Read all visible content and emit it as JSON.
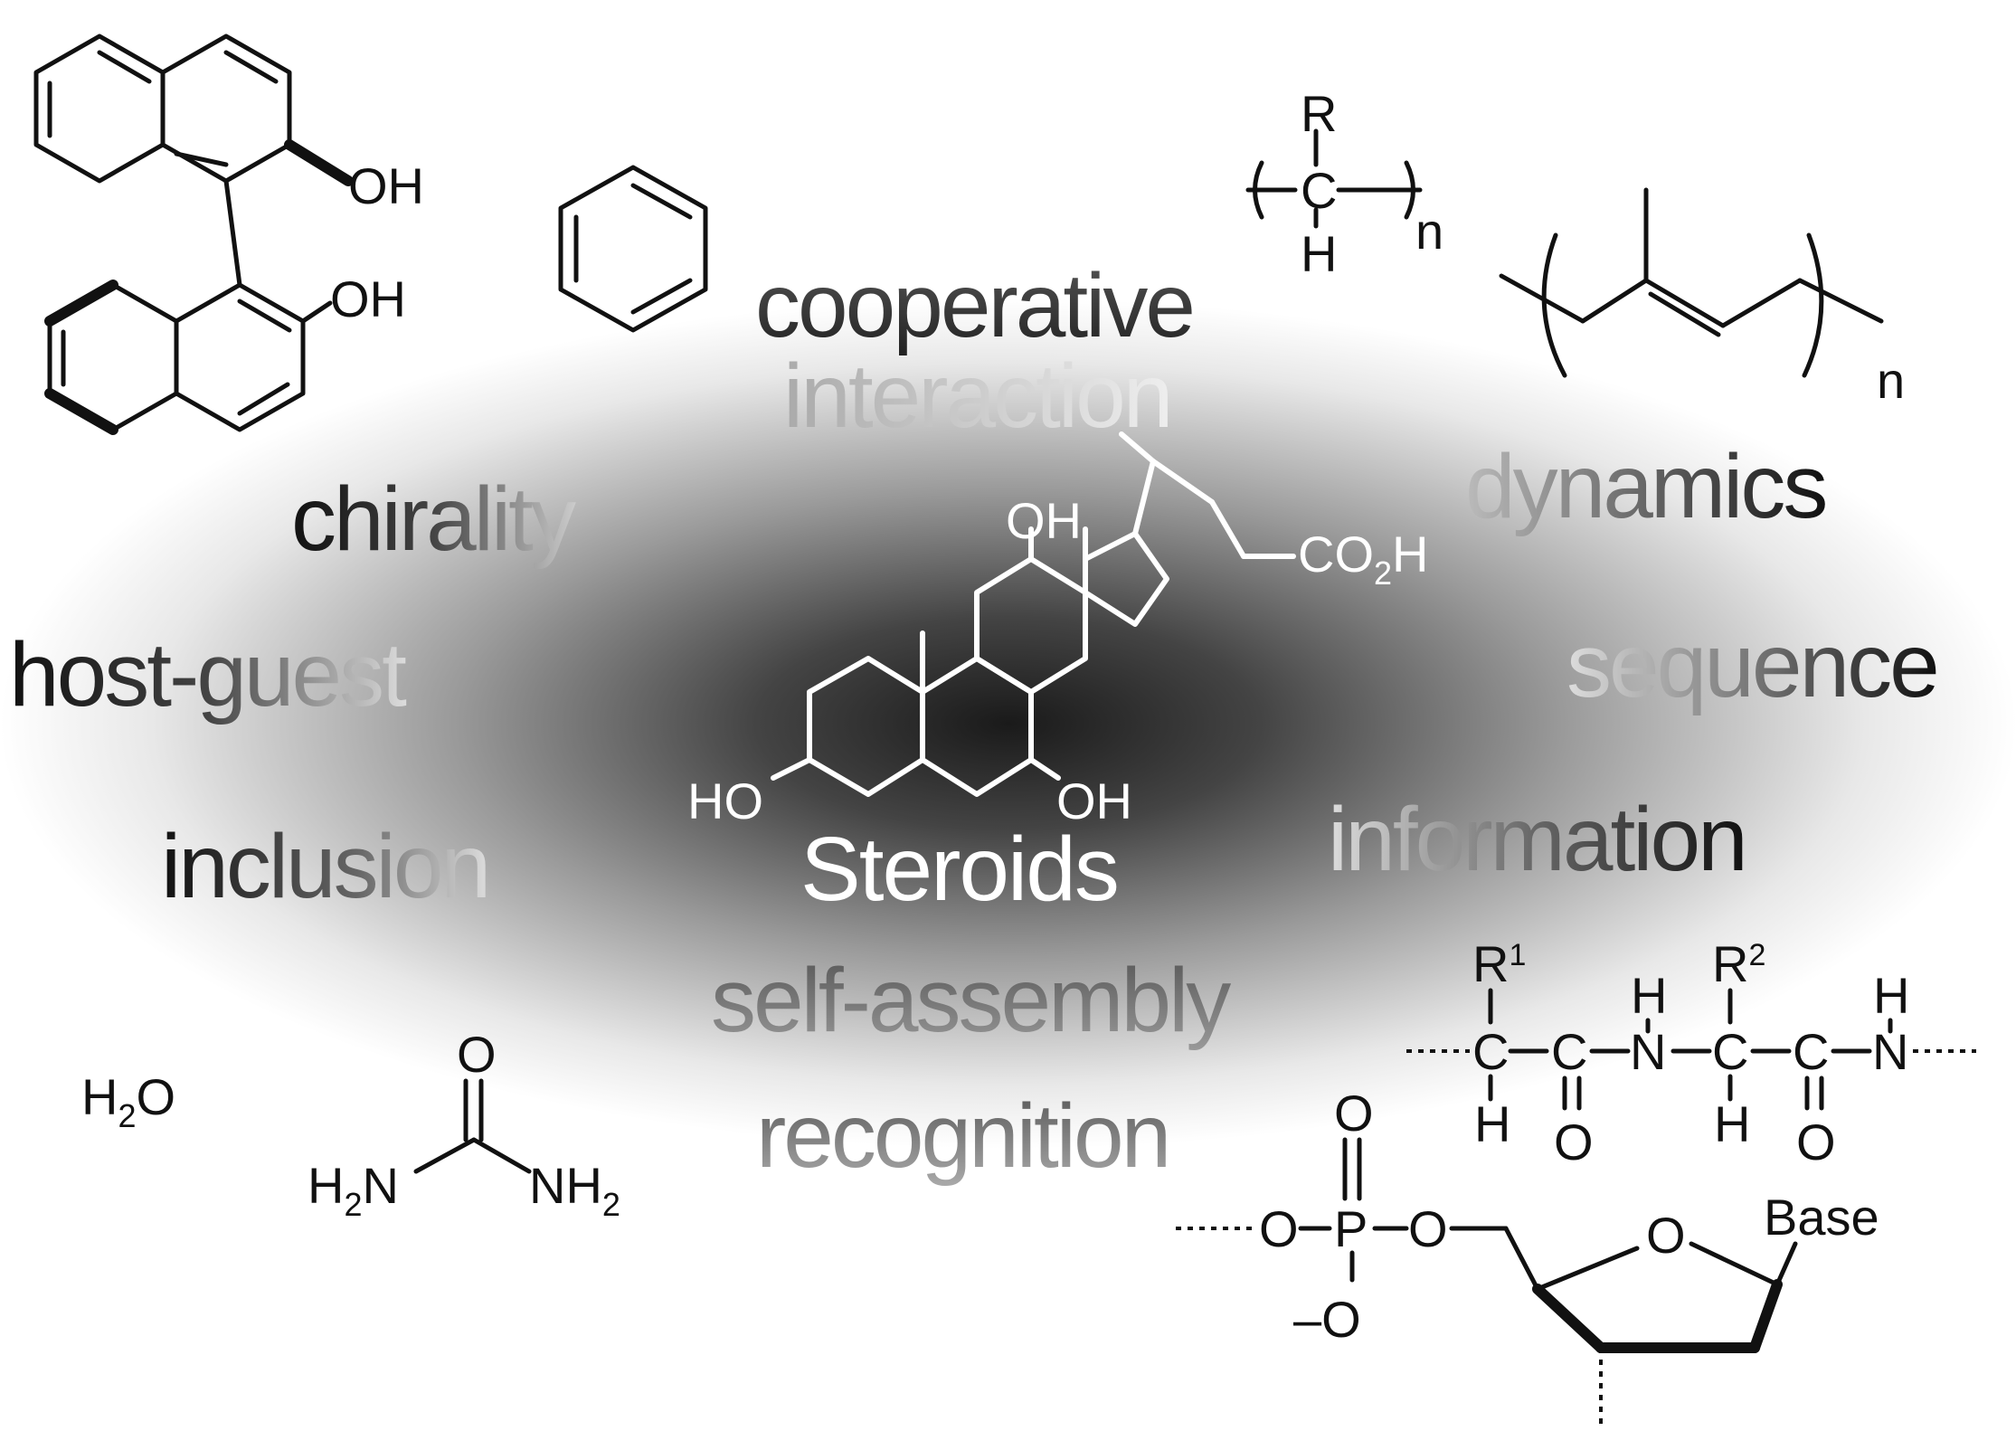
{
  "keywords": {
    "cooperative": "cooperative",
    "interaction": "interaction",
    "chirality": "chirality",
    "dynamics": "dynamics",
    "host_guest": "host-guest",
    "sequence": "sequence",
    "inclusion": "inclusion",
    "information": "information",
    "self_assembly": "self-assembly",
    "recognition": "recognition",
    "steroids": "Steroids"
  },
  "labels": {
    "oh": "OH",
    "ho": "HO",
    "co2h_co": "CO",
    "co2h_2": "2",
    "co2h_h": "H",
    "r": "R",
    "c": "C",
    "h": "H",
    "n": "n",
    "h2o_h": "H",
    "h2o_2": "2",
    "h2o_o": "O",
    "o": "O",
    "nh2_n": "N",
    "nh2_h": "H",
    "nh2_2": "2",
    "h2n_h": "H",
    "h2n_2": "2",
    "h2n_n": "N",
    "r1": "R",
    "r1_sup": "1",
    "r2": "R",
    "r2_sup": "2",
    "n_atom": "N",
    "p": "P",
    "o_minus": "–O",
    "base": "Base"
  },
  "colors": {
    "ellipse_center": "#1a1a1a",
    "ellipse_edge": "#ffffff",
    "ink": "#111111"
  }
}
